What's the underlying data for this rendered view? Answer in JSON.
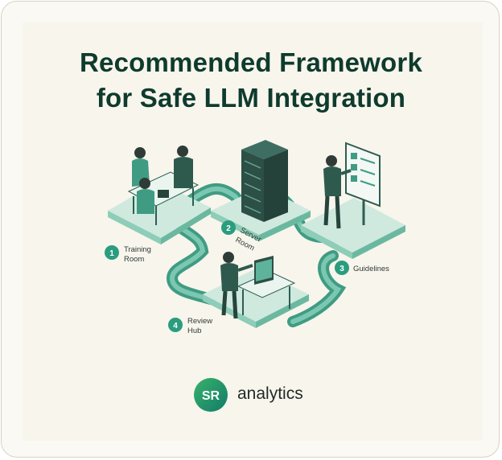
{
  "title": {
    "line1": "Recommended Framework",
    "line2": "for Safe LLM Integration"
  },
  "stations": [
    {
      "number": "1",
      "label_lines": [
        "Training",
        "Room"
      ]
    },
    {
      "number": "2",
      "label_lines": [
        "Server",
        "Room"
      ]
    },
    {
      "number": "3",
      "label_lines": [
        "Guidelines"
      ]
    },
    {
      "number": "4",
      "label_lines": [
        "Review",
        "Hub"
      ]
    }
  ],
  "brand": {
    "initials": "SR",
    "name": "analytics"
  },
  "colors": {
    "title": "#0e3b2e",
    "path": "#3f9c83",
    "platform": "#cfe9df",
    "badge": "#2a9d7e",
    "background": "#f8f5ec"
  }
}
